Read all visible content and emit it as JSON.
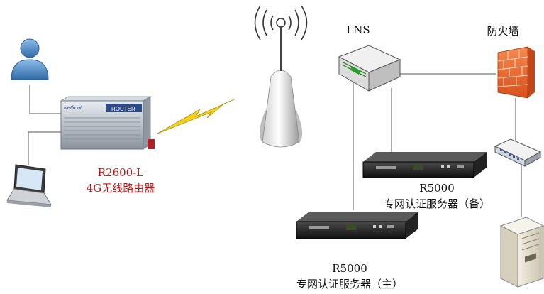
{
  "colors": {
    "line": "#555555",
    "label_red": "#cc1111",
    "lightning": "#f2d21e",
    "firewall": "#e8642a",
    "user_blue": "#4a86c6"
  },
  "devices": {
    "user": {
      "icon": "user-icon"
    },
    "laptop": {
      "icon": "laptop-icon"
    },
    "router": {
      "icon": "router-icon",
      "brand": "Netfront",
      "panel_text": "ROUTER",
      "model": "R2600-L",
      "description": "4G无线路由器"
    },
    "antenna": {
      "icon": "cell-tower-icon"
    },
    "lns": {
      "icon": "network-switch-icon",
      "label": "LNS"
    },
    "firewall": {
      "icon": "firewall-icon",
      "label": "防火墙"
    },
    "hub": {
      "icon": "hub-icon"
    },
    "server_tower": {
      "icon": "server-tower-icon"
    },
    "server_backup": {
      "icon": "rack-server-icon",
      "model": "R5000",
      "description": "专网认证服务器（备）"
    },
    "server_main": {
      "icon": "rack-server-icon",
      "model": "R5000",
      "description": "专网认证服务器（主）"
    }
  }
}
